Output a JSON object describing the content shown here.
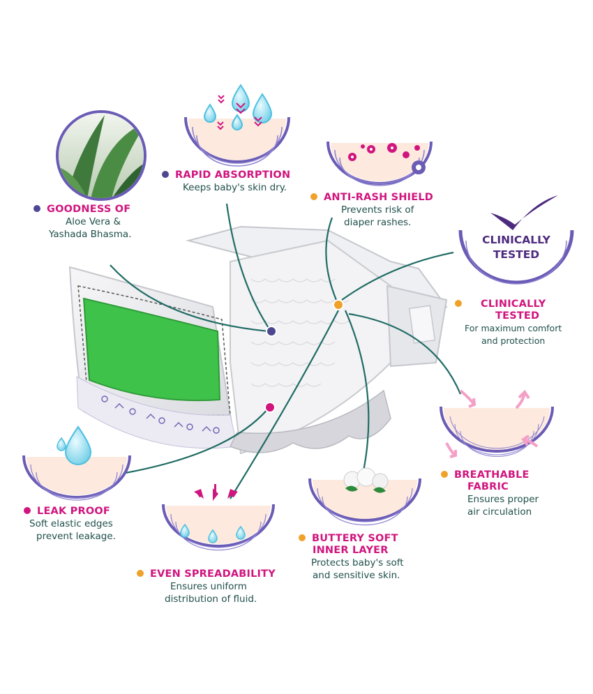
{
  "features": {
    "goodness": {
      "title": "GOODNESS OF",
      "desc_line1": "Aloe Vera &",
      "desc_line2": "Yashada Bhasma."
    },
    "rapid_absorption": {
      "title": "RAPID ABSORPTION",
      "desc": "Keeps baby's skin dry."
    },
    "anti_rash": {
      "title": "ANTI-RASH SHIELD",
      "desc_line1": "Prevents risk of",
      "desc_line2": "diaper rashes."
    },
    "clinically_tested": {
      "title_line1": "CLINICALLY",
      "title_line2": "TESTED",
      "desc_line1": "For maximum comfort",
      "desc_line2": "and protection"
    },
    "breathable": {
      "title_line1": "BREATHABLE",
      "title_line2": "FABRIC",
      "desc_line1": "Ensures proper",
      "desc_line2": "air circulation"
    },
    "buttery_soft": {
      "title_line1": "BUTTERY SOFT",
      "title_line2": "INNER LAYER",
      "desc_line1": "Protects baby's soft",
      "desc_line2": "and sensitive skin."
    },
    "even_spread": {
      "title": "EVEN SPREADABILITY",
      "desc_line1": "Ensures uniform",
      "desc_line2": "distribution of fluid."
    },
    "leak_proof": {
      "title": "LEAK PROOF",
      "desc_line1": "Soft elastic edges",
      "desc_line2": "prevent  leakage."
    }
  },
  "badge": {
    "line1": "CLINICALLY",
    "line2": "TESTED"
  },
  "colors": {
    "pink": "#d0157e",
    "purple": "#4d4792",
    "orange": "#f0a12a",
    "teal": "#1f6b63",
    "green": "#3ec24a"
  },
  "icons": [
    "aloe-vera-image",
    "water-drop-icon",
    "flower-icon",
    "check-mark-icon",
    "arrow-icon",
    "cotton-flower-icon",
    "diaper-image"
  ]
}
